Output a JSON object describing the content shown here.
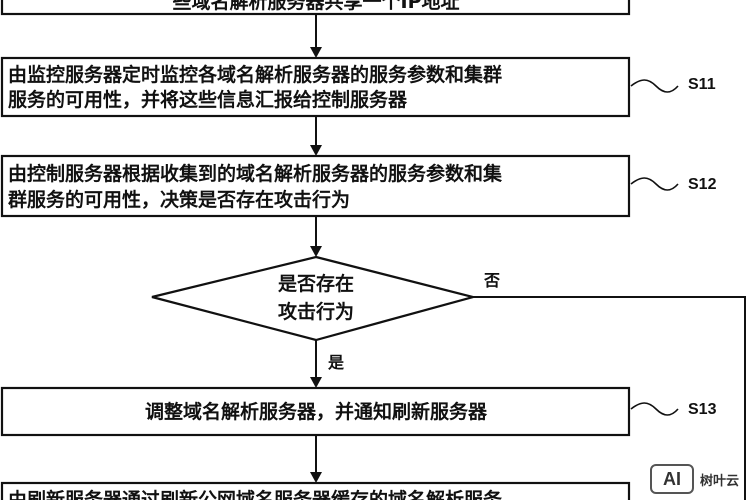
{
  "flowchart": {
    "top_box": {
      "line1": "些域名解析服务器共享一个IP地址"
    },
    "box_s11": {
      "line1": "由监控服务器定时监控各域名解析服务器的服务参数和集群",
      "line2": "服务的可用性，并将这些信息汇报给控制服务器",
      "step": "S11"
    },
    "box_s12": {
      "line1": "由控制服务器根据收集到的域名解析服务器的服务参数和集",
      "line2": "群服务的可用性，决策是否存在攻击行为",
      "step": "S12"
    },
    "decision": {
      "line1": "是否存在",
      "line2": "攻击行为",
      "yes": "是",
      "no": "否"
    },
    "box_s13": {
      "line1": "调整域名解析服务器，并通知刷新服务器",
      "step": "S13"
    },
    "bottom_box": {
      "line1": "由刷新服务器通过刷新公网域名服务器缓存的域名解析服务"
    }
  },
  "watermark": {
    "logo": "AI",
    "text": "树叶云"
  }
}
